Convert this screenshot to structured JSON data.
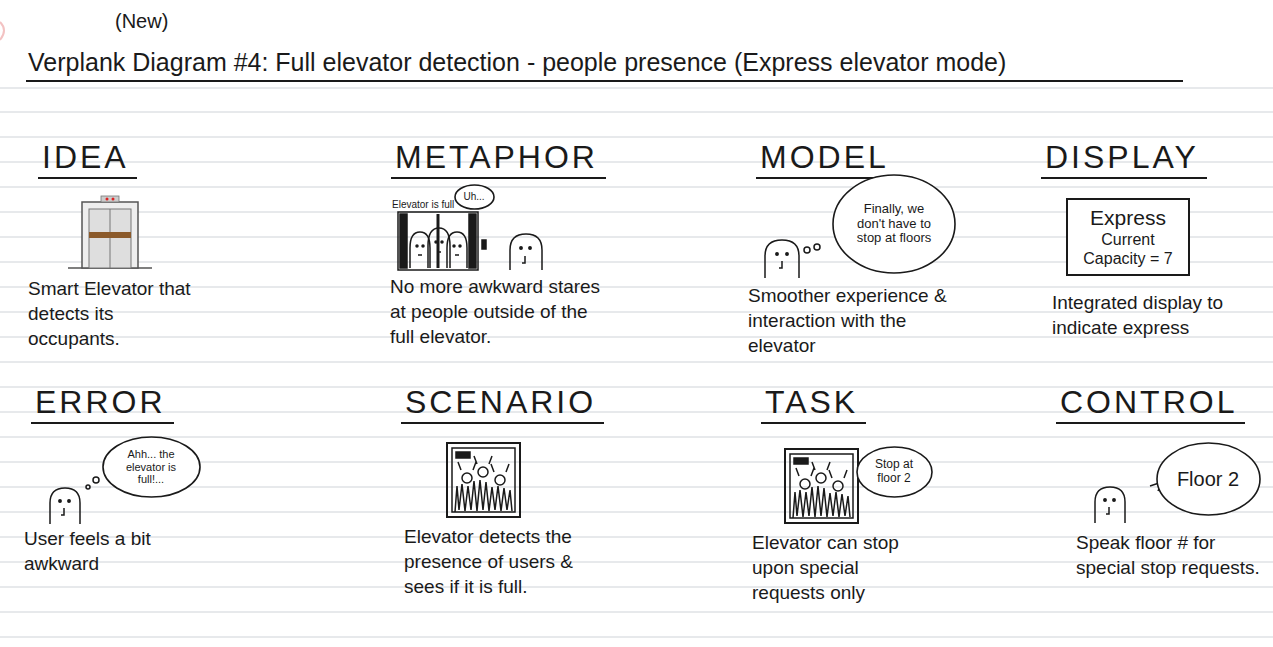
{
  "diagram": {
    "title": "Verplank Diagram #4: Full elevator detection - people presence (Express elevator mode)",
    "nodes": [
      {
        "text": [
          "Uh..."
        ]
      },
      {
        "text": [
          "Finally, we don't have to stop at floors"
        ]
      },
      {
        "text": [
          "Express",
          "Current Capacity = 7"
        ]
      },
      {
        "text": [
          "Ahh... the elevator is full!..."
        ]
      },
      {
        "text": [
          "Stop at floor 2"
        ]
      },
      {
        "text": [
          "Floor 2"
        ]
      }
    ],
    "labels": [
      "(New)",
      "IDEA",
      "Smart Elevator that detects its occupants.",
      "METAPHOR",
      "Elevator is full",
      "No more awkward stares at people outside of the full elevator.",
      "MODEL",
      "Smoother experience & interaction with the elevator",
      "DISPLAY",
      "Integrated display to indicate express",
      "ERROR",
      "User feels a bit awkward",
      "SCENARIO",
      "Elevator detects the presence of users & sees if it is full.",
      "TASK",
      "Elevator can stop upon special requests only",
      "CONTROL",
      "Speak floor # for special stop requests."
    ]
  }
}
